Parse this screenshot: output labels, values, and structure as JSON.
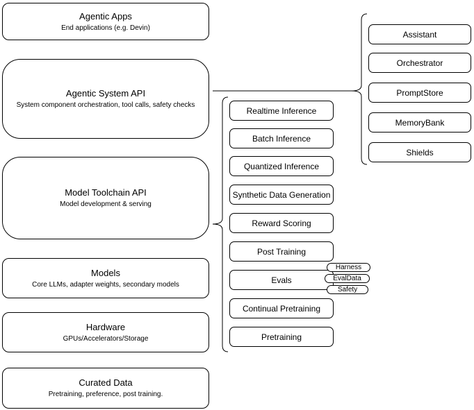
{
  "diagram": {
    "stroke_color": "#000000",
    "background_color": "#ffffff"
  },
  "left_column": [
    {
      "title": "Agentic Apps",
      "subtitle": "End applications (e.g. Devin)"
    },
    {
      "title": "Agentic System API",
      "subtitle": "System component orchestration, tool calls, safety checks"
    },
    {
      "title": "Model Toolchain API",
      "subtitle": "Model development & serving"
    },
    {
      "title": "Models",
      "subtitle": "Core LLMs, adapter weights, secondary models"
    },
    {
      "title": "Hardware",
      "subtitle": "GPUs/Accelerators/Storage"
    },
    {
      "title": "Curated Data",
      "subtitle": "Pretraining, preference, post training."
    }
  ],
  "toolchain_items": [
    "Realtime Inference",
    "Batch Inference",
    "Quantized Inference",
    "Synthetic Data Generation",
    "Reward Scoring",
    "Post Training",
    "Evals",
    "Continual Pretraining",
    "Pretraining"
  ],
  "evals_tags": [
    "Harness",
    "EvalData",
    "Safety"
  ],
  "system_components": [
    "Assistant",
    "Orchestrator",
    "PromptStore",
    "MemoryBank",
    "Shields"
  ]
}
